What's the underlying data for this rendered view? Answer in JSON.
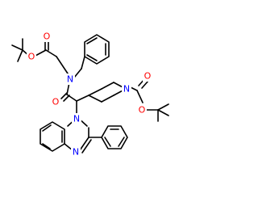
{
  "colors": {
    "bond": "#000000",
    "oxygen": "#ff0000",
    "nitrogen": "#0000ff",
    "background": "#ffffff"
  },
  "atoms": {
    "o_boc_ester": "O",
    "o_boc_carbonyl": "O",
    "n_amide": "N",
    "o_amide": "O",
    "n_piperidine": "N",
    "o_pip_carbonyl": "O",
    "o_pip_ester": "O",
    "n_benzimidazole_1": "N",
    "n_benzimidazole_3": "N"
  }
}
